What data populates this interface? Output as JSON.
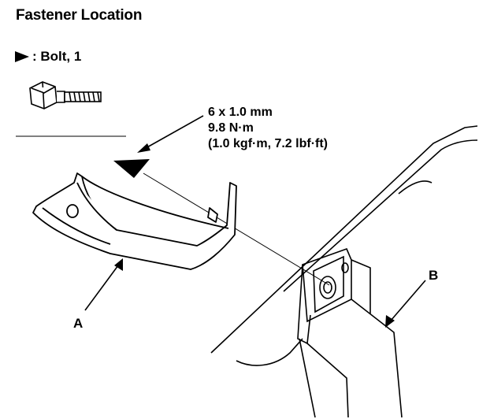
{
  "title": "Fastener Location",
  "legend": {
    "symbol": "bolt-marker-icon",
    "label": ": Bolt, 1",
    "bolt_icon": "bolt-icon"
  },
  "spec": {
    "size": "6 x 1.0 mm",
    "torque_nm": "9.8 N·m",
    "torque_alt": "(1.0 kgf·m, 7.2 lbf·ft)"
  },
  "callouts": {
    "bracket": "A",
    "panel": "B"
  }
}
